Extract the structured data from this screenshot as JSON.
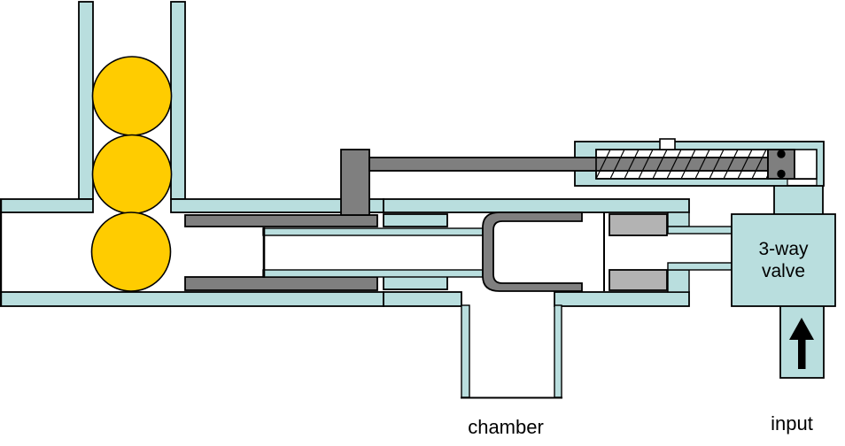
{
  "diagram": {
    "type": "mechanical-schematic",
    "labels": {
      "chamber": "chamber",
      "valve_line1": "3-way",
      "valve_line2": "valve",
      "valve_full": "3-way valve",
      "input": "input"
    },
    "balls": {
      "count": 3
    },
    "icons": {
      "input_flow": "up-arrow-icon"
    },
    "colors": {
      "pipe": "#B9DEDE",
      "ball": "#FFCC00",
      "piston_dark": "#7F7F7F",
      "piston_light": "#B3B3B3",
      "outline": "#000000",
      "background": "#FFFFFF"
    }
  }
}
